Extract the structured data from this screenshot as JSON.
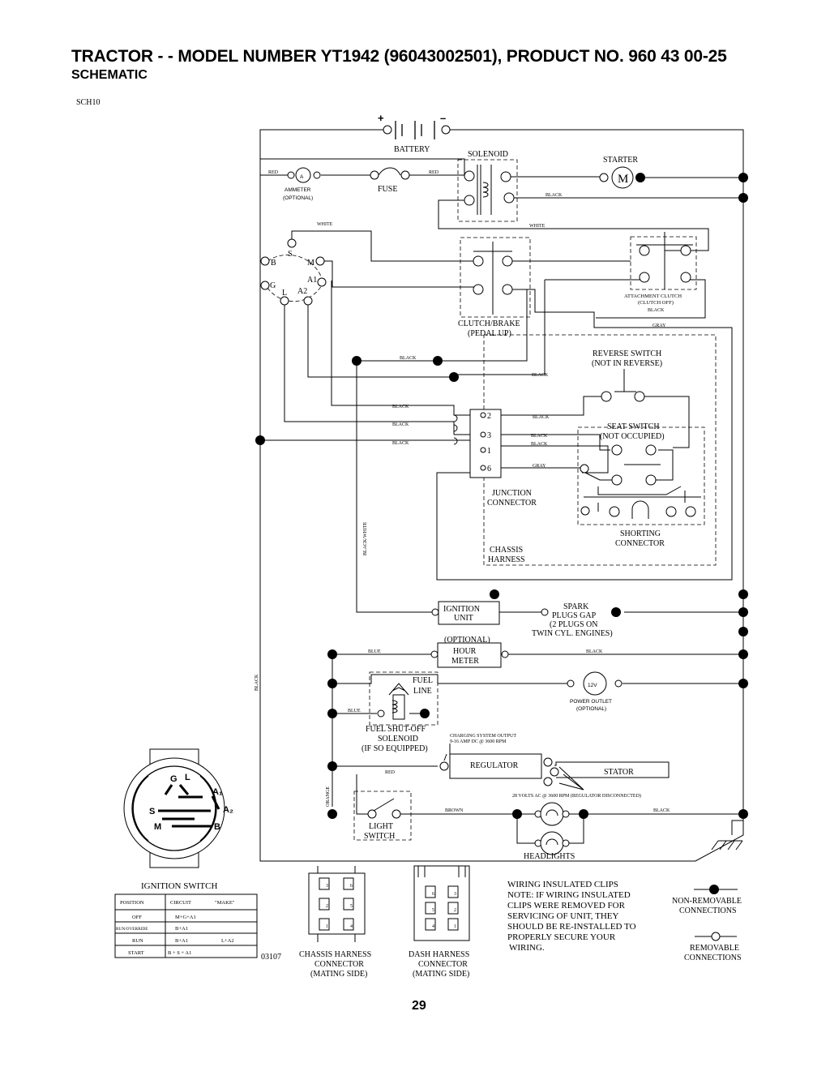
{
  "header": {
    "title": "TRACTOR - - MODEL NUMBER YT1942 (96043002501), PRODUCT NO. 960 43 00-25",
    "subtitle": "SCHEMATIC",
    "code": "SCH10"
  },
  "battery": {
    "label": "BATTERY",
    "plus": "+",
    "minus": "–"
  },
  "solenoid": {
    "label": "SOLENOID"
  },
  "starter": {
    "label": "STARTER",
    "symbol": "M"
  },
  "ammeter": {
    "symbol": "A",
    "label": "AMMETER",
    "note": "(OPTIONAL)"
  },
  "fuse": {
    "label": "FUSE"
  },
  "ignition_switch": {
    "terminals": {
      "s": "S",
      "m": "M",
      "b": "B",
      "a1": "A1",
      "g": "G",
      "l": "L",
      "a2": "A2"
    },
    "face": {
      "g": "G",
      "l": "L",
      "a1": "A₁",
      "a2": "A₂",
      "s": "S",
      "m": "M",
      "b": "B"
    },
    "title": "IGNITION SWITCH",
    "table": {
      "headers": [
        "POSITION",
        "CIRCUIT",
        "\"MAKE\""
      ],
      "rows": [
        {
          "position": "OFF",
          "circuit": "M+G+A1",
          "extra": ""
        },
        {
          "position": "RUN/OVERRIDE",
          "circuit": "B+A1",
          "extra": ""
        },
        {
          "position": "RUN",
          "circuit": "B+A1",
          "extra": "L+A2"
        },
        {
          "position": "START",
          "circuit": "B + S + A1",
          "extra": ""
        }
      ]
    }
  },
  "clutch_brake": {
    "line1": "CLUTCH/BRAKE",
    "line2": "(PEDAL UP)"
  },
  "attachment_clutch": {
    "line1": "ATTACHMENT CLUTCH",
    "line2": "(CLUTCH OFF)"
  },
  "reverse_switch": {
    "line1": "REVERSE SWITCH",
    "line2": "(NOT IN REVERSE)"
  },
  "seat_switch": {
    "line1": "SEAT SWITCH",
    "line2": "(NOT OCCUPIED)"
  },
  "junction_connector": {
    "line1": "JUNCTION",
    "line2": "CONNECTOR",
    "pins": [
      "2",
      "3",
      "1",
      "6"
    ]
  },
  "shorting_connector": {
    "line1": "SHORTING",
    "line2": "CONNECTOR"
  },
  "chassis_harness_label": {
    "line1": "CHASSIS",
    "line2": "HARNESS"
  },
  "ignition_unit": {
    "line1": "IGNITION",
    "line2": "UNIT"
  },
  "spark_plugs": {
    "line1": "SPARK",
    "line2": "PLUGS GAP",
    "line3": "(2 PLUGS ON",
    "line4": "TWIN CYL. ENGINES)"
  },
  "hour_meter": {
    "optional": "(OPTIONAL)",
    "line1": "HOUR",
    "line2": "METER"
  },
  "fuel_line": {
    "line1": "FUEL",
    "line2": "LINE"
  },
  "fuel_solenoid": {
    "line1": "FUEL SHUT-OFF",
    "line2": "SOLENOID",
    "line3": "(IF SO EQUIPPED)"
  },
  "power_outlet": {
    "symbol": "12V",
    "line1": "POWER OUTLET",
    "line2": "(OPTIONAL)"
  },
  "charging_output": {
    "line1": "CHARGING SYSTEM OUTPUT",
    "line2": "9-16 AMP DC @ 3600 RPM"
  },
  "regulator": {
    "label": "REGULATOR"
  },
  "stator": {
    "label": "STATOR",
    "note": "28 VOLTS AC @ 3600 RPM (REGULATOR DISCONNECTED)"
  },
  "light_switch": {
    "line1": "LIGHT",
    "line2": "SWITCH"
  },
  "headlights": {
    "label": "HEADLIGHTS"
  },
  "wire_labels": {
    "red": "RED",
    "white": "WHITE",
    "black": "BLACK",
    "gray": "GRAY",
    "blue": "BLUE",
    "brown": "BROWN",
    "orange": "ORANGE",
    "black_white": "BLACK/WHITE"
  },
  "chassis_harness_connector": {
    "line1": "CHASSIS HARNESS",
    "line2": "CONNECTOR",
    "line3": "(MATING SIDE)",
    "pins": [
      "3",
      "6",
      "2",
      "5",
      "1",
      "4"
    ]
  },
  "dash_harness_connector": {
    "line1": "DASH HARNESS",
    "line2": "CONNECTOR",
    "line3": "(MATING SIDE)",
    "pins": [
      "6",
      "3",
      "5",
      "2",
      "4",
      "1"
    ]
  },
  "figure_code": "03107",
  "note": {
    "line1": "WIRING INSULATED CLIPS",
    "line2": "NOTE:  IF WIRING INSULATED",
    "line3": "CLIPS WERE REMOVED FOR",
    "line4": "SERVICING OF UNIT, THEY",
    "line5": "SHOULD BE RE-INSTALLED TO",
    "line6": "PROPERLY SECURE YOUR",
    "line7": "WIRING."
  },
  "legend": {
    "non_removable_1": "NON-REMOVABLE",
    "non_removable_2": "CONNECTIONS",
    "removable_1": "REMOVABLE",
    "removable_2": "CONNECTIONS"
  },
  "page_number": "29"
}
